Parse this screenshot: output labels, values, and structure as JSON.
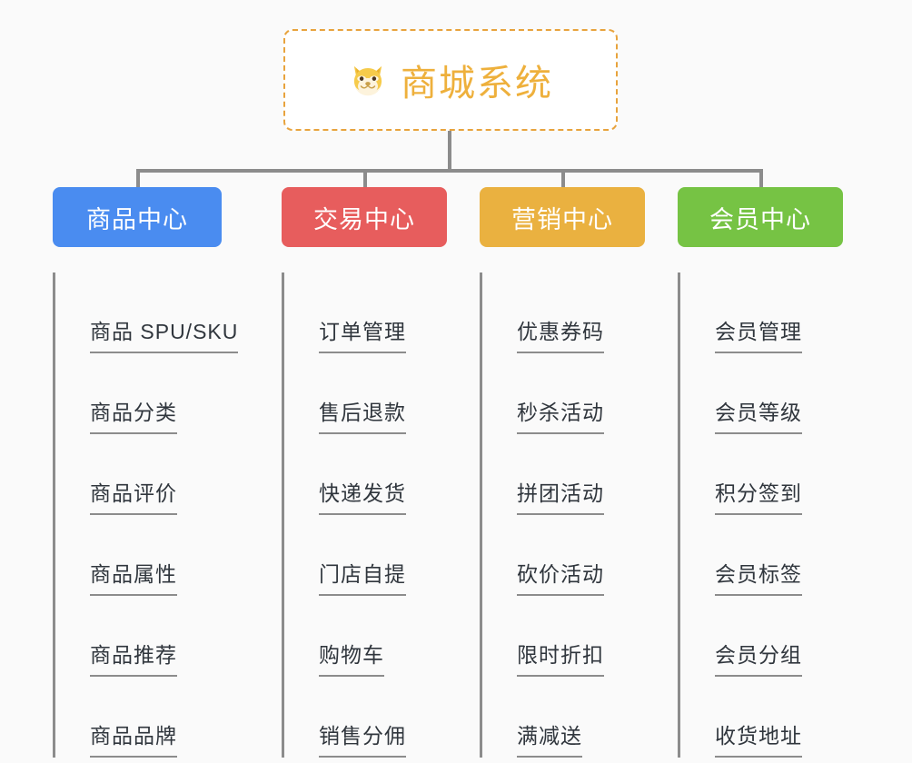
{
  "background_color": "#fafafa",
  "root": {
    "icon": "shiba-dog-face-icon",
    "title": "商城系统",
    "title_color": "#eeb03c",
    "border_color": "#e8a33d",
    "border_style": "dashed"
  },
  "branches": [
    {
      "label": "商品中心",
      "color": "#4a8cf0",
      "items": [
        "商品 SPU/SKU",
        "商品分类",
        "商品评价",
        "商品属性",
        "商品推荐",
        "商品品牌"
      ]
    },
    {
      "label": "交易中心",
      "color": "#e75d5d",
      "items": [
        "订单管理",
        "售后退款",
        "快递发货",
        "门店自提",
        "购物车",
        "销售分佣"
      ]
    },
    {
      "label": "营销中心",
      "color": "#eab140",
      "items": [
        "优惠券码",
        "秒杀活动",
        "拼团活动",
        "砍价活动",
        "限时折扣",
        "满减送"
      ]
    },
    {
      "label": "会员中心",
      "color": "#76c344",
      "items": [
        "会员管理",
        "会员等级",
        "积分签到",
        "会员标签",
        "会员分组",
        "收货地址"
      ]
    }
  ],
  "connector_color": "#8c8c8c",
  "leaf_text_color": "#30363d"
}
